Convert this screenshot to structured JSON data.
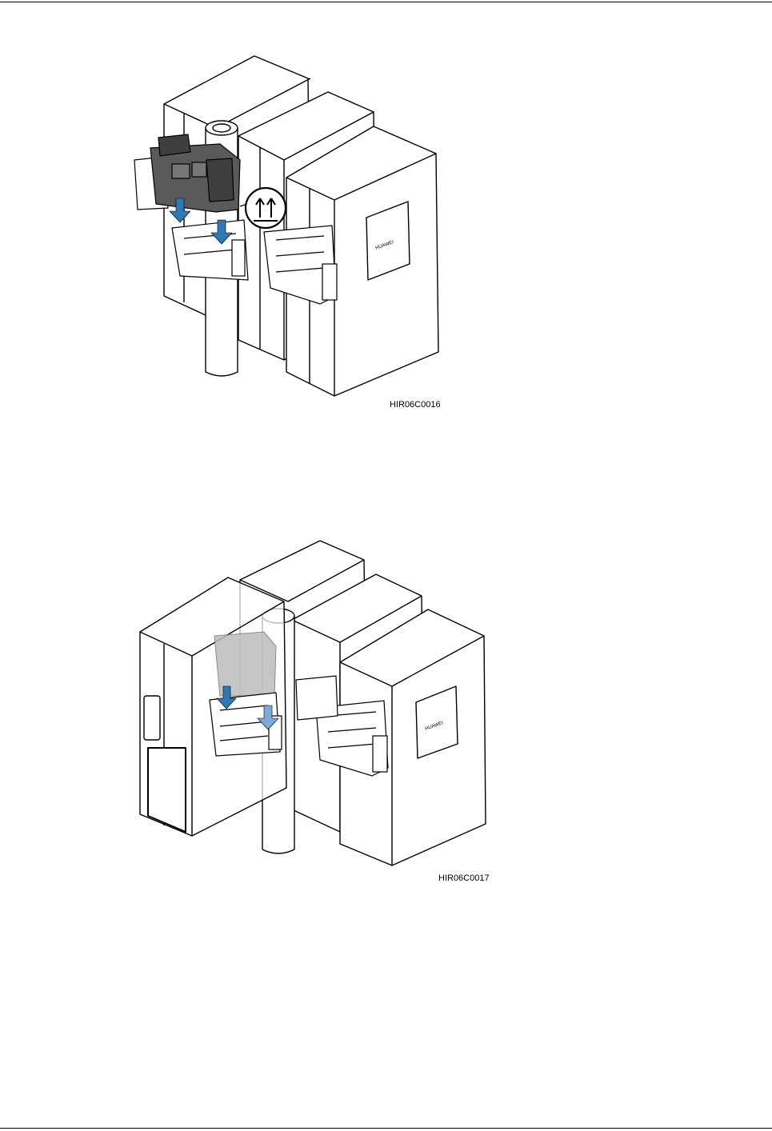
{
  "figures": [
    {
      "id_label": "HIR06C0016",
      "brand_label": "HUAWEI"
    },
    {
      "id_label": "HIR06C0017",
      "brand_label": "HUAWEI"
    }
  ],
  "colors": {
    "arrow_blue": "#2e79b5",
    "arrow_blue_light": "#7fa9d6",
    "bracket_dark": "#4a4a4a",
    "line": "#000000"
  }
}
